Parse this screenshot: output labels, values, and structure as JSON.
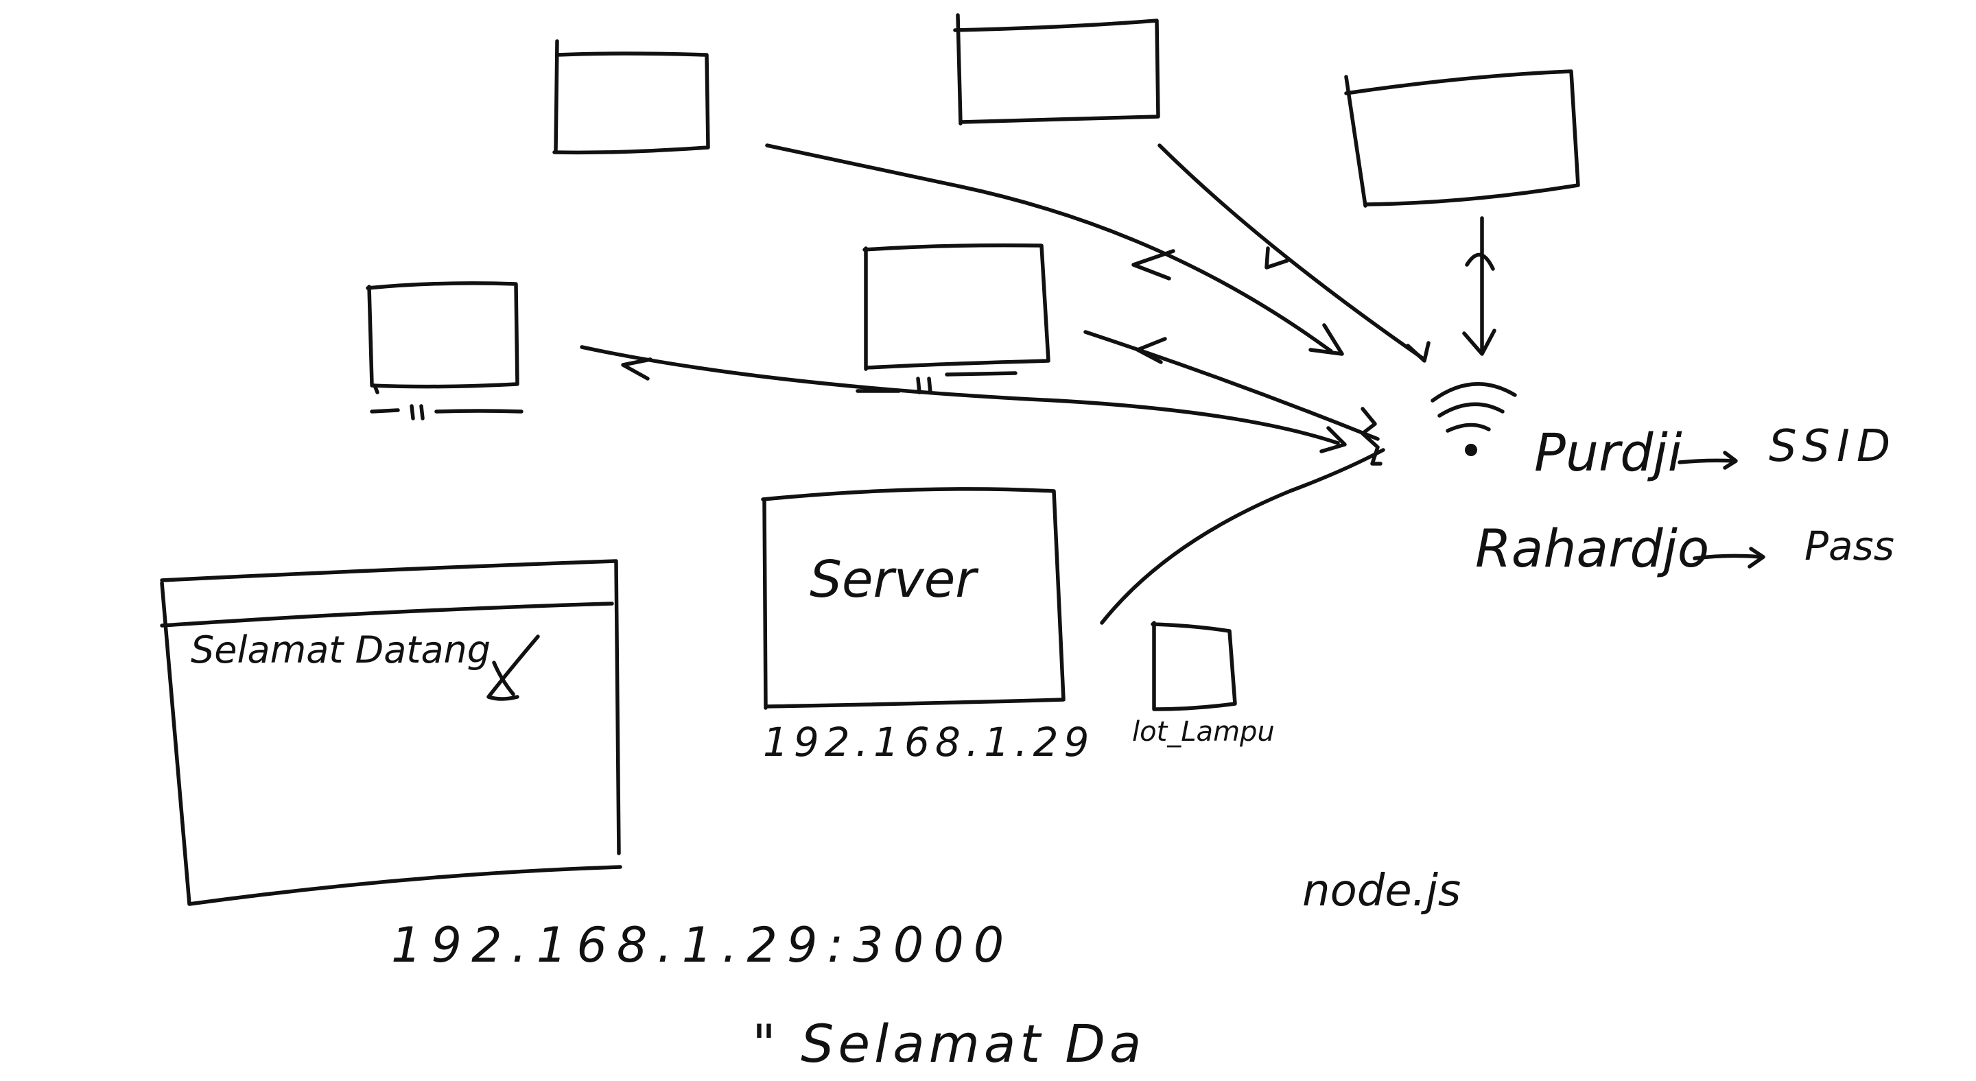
{
  "labels": {
    "server": "Server",
    "server_ip": "192.168.1.29",
    "iot_device": "lot_Lampu",
    "browser_text": "Selamat Datang",
    "url": "192.168.1.29:3000",
    "message": "\" Selamat Da",
    "runtime": "node.js",
    "ssid_value": "Purdji",
    "ssid_key": "SSID",
    "pass_value": "Rahardjo",
    "pass_key": "Pass"
  },
  "colors": {
    "ink": "#111111",
    "paper": "#ffffff"
  },
  "icons": {
    "wifi": "wifi-icon"
  }
}
